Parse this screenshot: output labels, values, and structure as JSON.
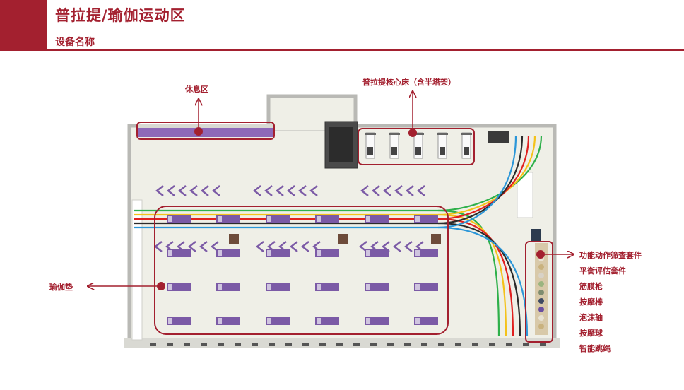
{
  "header": {
    "title": "普拉提/瑜伽运动区",
    "subtitle": "设备名称"
  },
  "labels": {
    "rest_area": "休息区",
    "pilates_reformer": "普拉提核心床（含半塔架）",
    "yoga_mat": "瑜伽垫"
  },
  "equipment_list": [
    "功能动作筛查套件",
    "平衡评估套件",
    "筋膜枪",
    "按摩棒",
    "泡沫轴",
    "按摩球",
    "智能跳绳"
  ],
  "colors": {
    "accent": "#a3202f",
    "floor": "#efefe7",
    "wall": "#b9b9b5",
    "mat": "#7b5aa6",
    "chevron": "#7b5aa6",
    "lines": [
      "#2eb04a",
      "#f4c21a",
      "#e0201f",
      "#2b2b2b",
      "#2b96d8"
    ]
  },
  "floor_plan": {
    "mat_rows": 4,
    "mat_cols": 6,
    "reformer_count": 5
  }
}
